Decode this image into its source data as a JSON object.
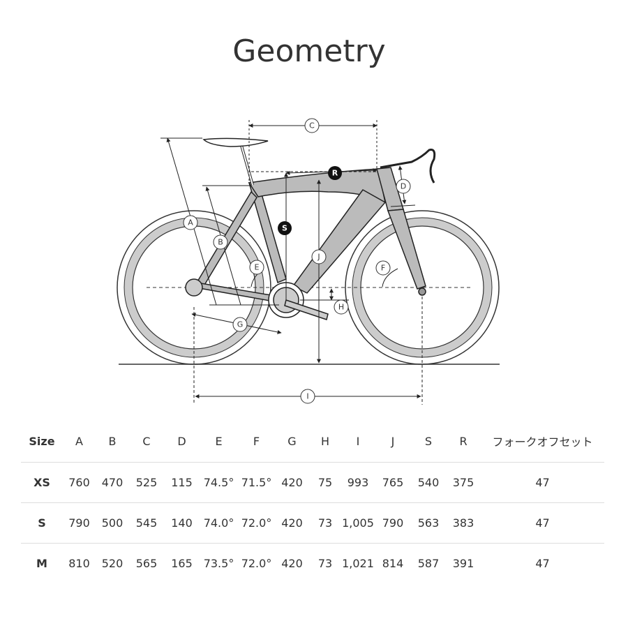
{
  "title": "Geometry",
  "diagram_labels": {
    "A": "A",
    "B": "B",
    "C": "C",
    "D": "D",
    "E": "E",
    "F": "F",
    "G": "G",
    "H": "H",
    "I": "I",
    "J": "J",
    "R": "R",
    "S": "S"
  },
  "table": {
    "headers": [
      "Size",
      "A",
      "B",
      "C",
      "D",
      "E",
      "F",
      "G",
      "H",
      "I",
      "J",
      "S",
      "R",
      "フォークオフセット"
    ],
    "rows": [
      [
        "XS",
        "760",
        "470",
        "525",
        "115",
        "74.5°",
        "71.5°",
        "420",
        "75",
        "993",
        "765",
        "540",
        "375",
        "47"
      ],
      [
        "S",
        "790",
        "500",
        "545",
        "140",
        "74.0°",
        "72.0°",
        "420",
        "73",
        "1,005",
        "790",
        "563",
        "383",
        "47"
      ],
      [
        "M",
        "810",
        "520",
        "565",
        "165",
        "73.5°",
        "72.0°",
        "420",
        "73",
        "1,021",
        "814",
        "587",
        "391",
        "47"
      ]
    ]
  }
}
